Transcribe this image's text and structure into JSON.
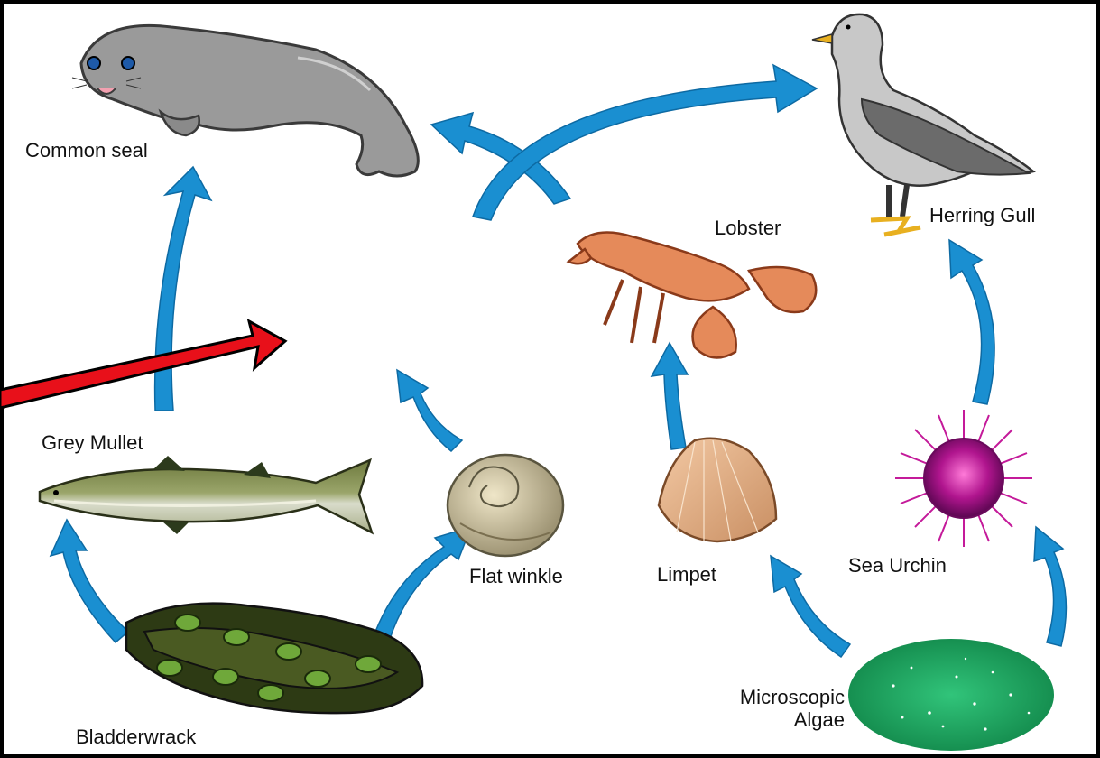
{
  "labels": {
    "common_seal": "Common seal",
    "herring_gull": "Herring Gull",
    "lobster": "Lobster",
    "grey_mullet": "Grey Mullet",
    "flat_winkle": "Flat winkle",
    "limpet": "Limpet",
    "sea_urchin": "Sea Urchin",
    "microscopic_algae_line1": "Microscopic",
    "microscopic_algae_line2": "Algae",
    "bladderwrack": "Bladderwrack"
  },
  "colors": {
    "background_border": "#000000",
    "canvas": "#ffffff",
    "flow_arrow": "#1a8fd1",
    "pointer_arrow": "#e8101a"
  },
  "links": [
    {
      "from": "bladderwrack",
      "to": "grey_mullet"
    },
    {
      "from": "bladderwrack",
      "to": "flat_winkle"
    },
    {
      "from": "microscopic_algae",
      "to": "limpet"
    },
    {
      "from": "microscopic_algae",
      "to": "sea_urchin"
    },
    {
      "from": "grey_mullet",
      "to": "common_seal"
    },
    {
      "from": "flat_winkle",
      "to": "unlabeled_center"
    },
    {
      "from": "limpet",
      "to": "lobster"
    },
    {
      "from": "lobster",
      "to": "common_seal"
    },
    {
      "from": "unlabeled_center",
      "to": "herring_gull"
    },
    {
      "from": "sea_urchin",
      "to": "herring_gull"
    }
  ]
}
